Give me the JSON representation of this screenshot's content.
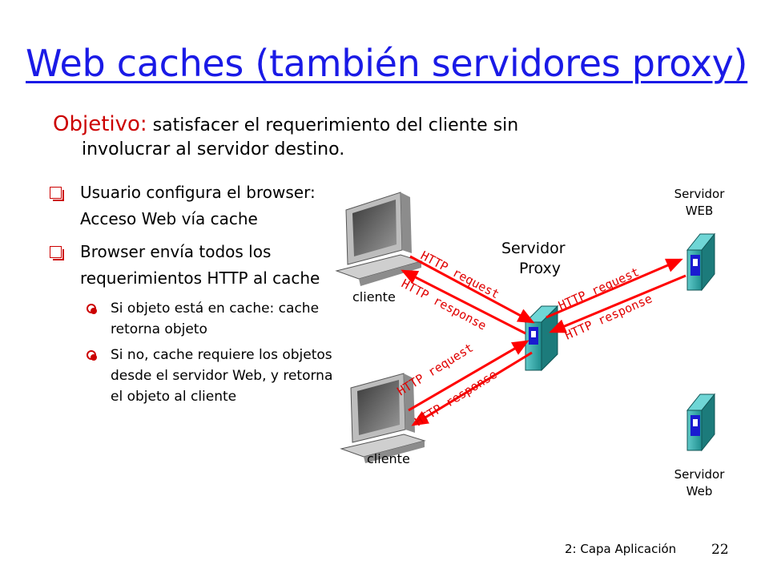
{
  "title": "Web caches (también servidores proxy)",
  "objective": {
    "keyword": "Objetivo:",
    "text_line1": "satisfacer el requerimiento del cliente sin",
    "text_line2": "involucrar al servidor destino."
  },
  "bullets": [
    {
      "text": "Usuario configura el browser: Acceso Web vía cache"
    },
    {
      "text": "Browser envía todos los requerimientos HTTP al cache"
    }
  ],
  "sub_bullets": [
    {
      "text": "Si objeto está en cache: cache retorna objeto"
    },
    {
      "text": "Si no, cache requiere los objetos desde el servidor Web, y retorna el objeto al cliente"
    }
  ],
  "diagram": {
    "proxy_label_1": "Servidor",
    "proxy_label_2": "Proxy",
    "server_top_label_1": "Servidor",
    "server_top_label_2": "WEB",
    "server_bottom_label_1": "Servidor",
    "server_bottom_label_2": "Web",
    "client_label_top": "cliente",
    "client_label_bottom": "cliente",
    "http_request": "HTTP request",
    "http_response": "HTTP response",
    "arrow_color": "#ff0000",
    "server_color": "#2aa6a6"
  },
  "footer": {
    "chapter": "2: Capa Aplicación",
    "page": "22"
  }
}
